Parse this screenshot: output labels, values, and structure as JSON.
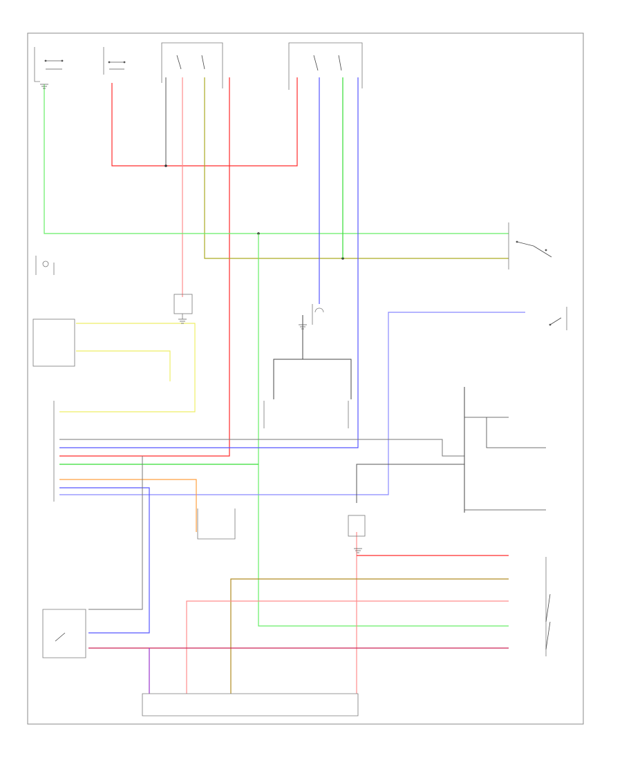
{
  "page_code": "",
  "colors": {
    "red": "#ff2a2a",
    "pink": "#ff8c8c",
    "green": "#33dd33",
    "light_green": "#66ee66",
    "yellow_green": "#aaaa22",
    "yellow": "#eeee66",
    "blue": "#5555ff",
    "light_blue": "#8888ff",
    "orange": "#ffa040",
    "dark_red": "#cc2255",
    "purple": "#9933cc",
    "tan": "#b08a20",
    "gray": "#666666",
    "black": "#222222"
  },
  "components": [
    {
      "id": "fuse-box-1",
      "label": ""
    },
    {
      "id": "fuse-box-2",
      "label": ""
    },
    {
      "id": "ac-compressor-relay",
      "label": ""
    },
    {
      "id": "condenser-fan-relay",
      "label": ""
    },
    {
      "id": "dual-pressure-switch",
      "label": ""
    },
    {
      "id": "engine-control-module",
      "label": ""
    },
    {
      "id": "ac-compressor-clutch",
      "label": ""
    },
    {
      "id": "condenser-fan-motor",
      "label": ""
    },
    {
      "id": "coolant-temp-switch",
      "label": ""
    },
    {
      "id": "blower-motor",
      "label": ""
    },
    {
      "id": "ac-switch",
      "label": ""
    },
    {
      "id": "heater-fan-switch",
      "label": ""
    },
    {
      "id": "radiator-fan-motor",
      "label": ""
    },
    {
      "id": "heater-control",
      "label": ""
    }
  ]
}
